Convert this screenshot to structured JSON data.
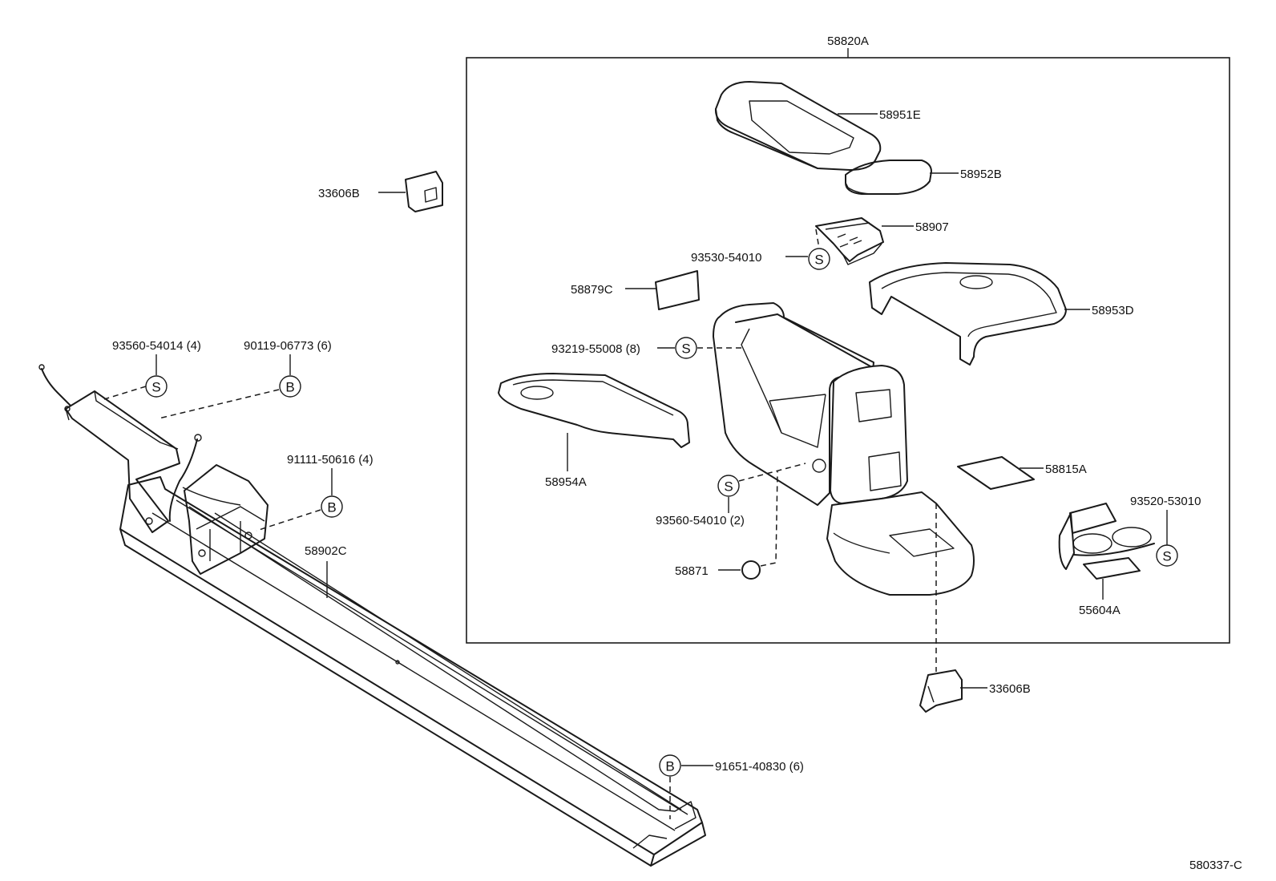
{
  "assembly_label": "58820A",
  "diagram_code": "580337-C",
  "parts": {
    "armrest_lid": "58951E",
    "lid_pad": "58952B",
    "hinge": "58907",
    "screw_hinge": "93530-54010",
    "side_cover": "58879C",
    "tray_right": "58953D",
    "screw_box": "93219-55008 (8)",
    "tray_left": "58954A",
    "screw_base": "93560-54010 (2)",
    "pad_small": "58815A",
    "plug": "58871",
    "screw_cupholder": "93520-53010",
    "cupholder": "55604A",
    "clip_upper": "33606B",
    "clip_lower": "33606B",
    "rail_screw": "93560-54014 (4)",
    "rail_bolt_upper": "90119-06773 (6)",
    "rail_bolt_mid": "91111-50616 (4)",
    "rail": "58902C",
    "rail_bolt_lower": "91651-40830 (6)"
  },
  "symbols": {
    "screw": "S",
    "bolt": "B"
  }
}
